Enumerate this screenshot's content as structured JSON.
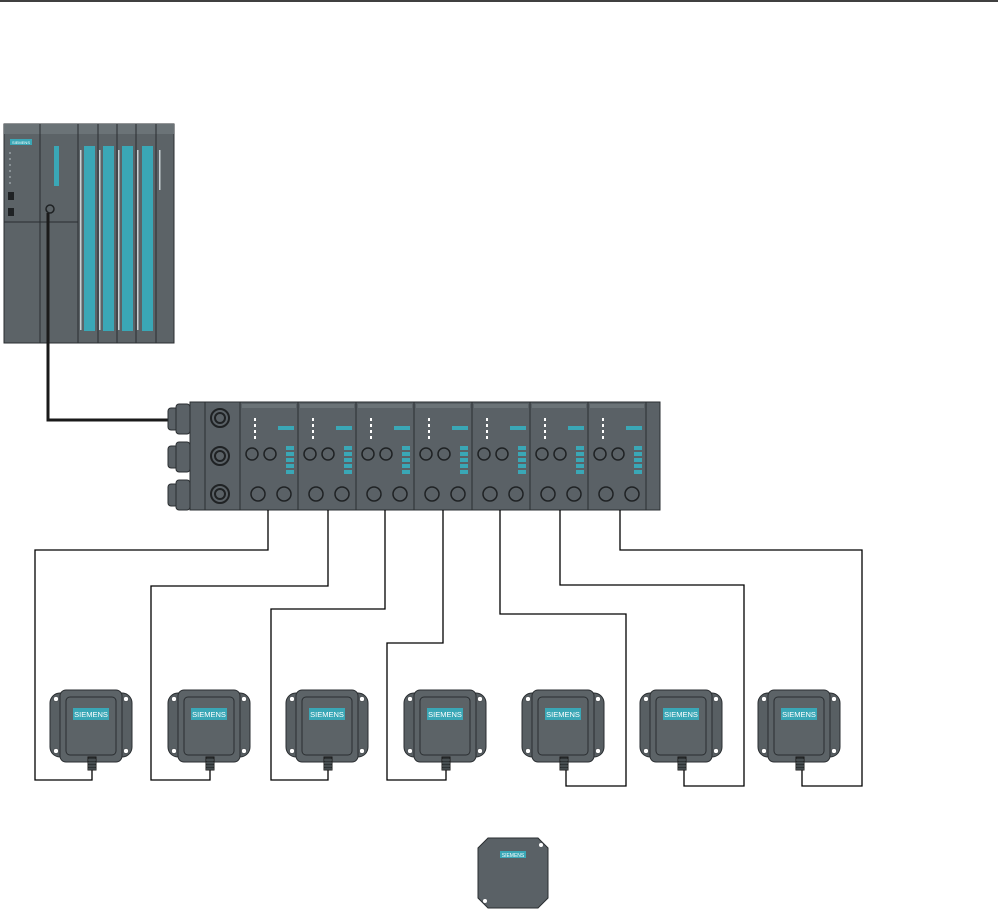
{
  "diagram": {
    "reader_brand": "SIEMENS",
    "transponder_brand": "SIEMENS",
    "plc_brand": "SIEMENS",
    "readers_count": 7,
    "io_module_count": 7
  },
  "colors": {
    "device_body": "#5a6166",
    "device_dark": "#3f4549",
    "device_edge": "#2a2e31",
    "reader_body": "#585f63",
    "teal_accent": "#3aa7b6",
    "wire": "#000000",
    "background": "#ffffff"
  }
}
